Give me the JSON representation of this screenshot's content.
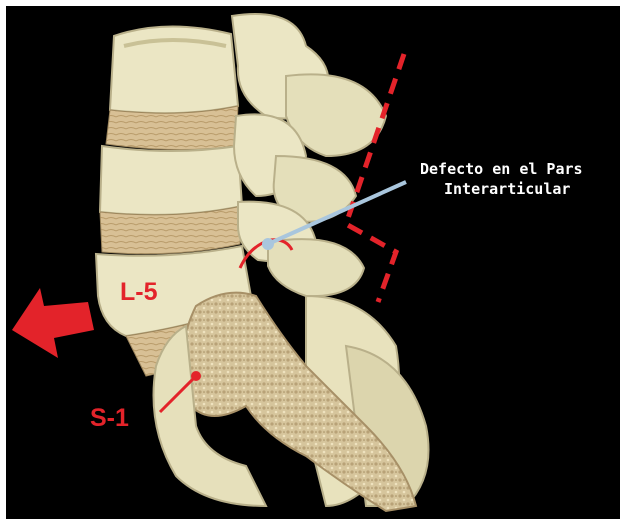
{
  "annotation": {
    "line1": "Defecto en el Pars",
    "line2": "Interarticular"
  },
  "labels": {
    "upper_vertebra": "L-5",
    "sacrum": "S-1"
  },
  "colors": {
    "background": "#000000",
    "bone": "#ebe6c4",
    "bone_shadow": "#c9c196",
    "disc": "#d2b98a",
    "sacrum_section": "#d8c8a0",
    "marker_red": "#e3232a",
    "pointer_line": "#a9c6dd"
  },
  "icons": {
    "direction_arrow": "arrow-left-down-icon",
    "defect_marker": "dot-marker-icon"
  }
}
